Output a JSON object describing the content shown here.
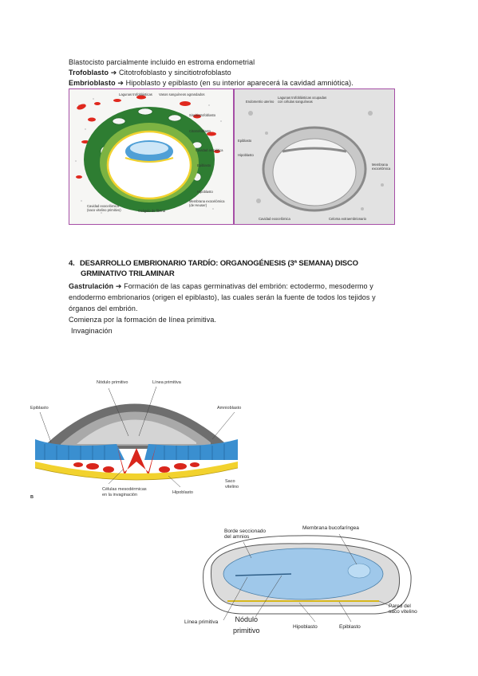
{
  "intro": {
    "line1": "Blastocisto parcialmente incluido en estroma endometrial",
    "line2_term": "Trofoblasto",
    "line2_text": "Citotrofoblasto y sincitiotrofoblasto",
    "line3_term": "Embrioblasto",
    "line3_text": "Hipoblasto y epiblasto (en su interior aparecerá  la cavidad amniótica).",
    "arrow": "➔"
  },
  "figure1": {
    "left_labels": {
      "lagunas": "Lagunas trofoblásticas",
      "vasos": "Vasos sanguíneos agrandados",
      "sincitio": "Sincitiotrofoblasto",
      "citotrofo": "Citotrofoblasto",
      "cav_amnio": "Cavidad amniótica",
      "epiblasto": "Epiblasto",
      "hipoblasto": "Hipoblasto",
      "membrana": "Membrana exocelómica",
      "membrana2": "(de Heuser)",
      "cav_exo": "Cavidad exocelómica",
      "cav_exo2": "(saco vitelino primitivo)",
      "coagulo": "Coágulo de fibrina"
    },
    "right_labels": {
      "endometrio": "Endometrio uterino",
      "lagunas": "Lagunas trofoblásticas ocupadas",
      "lagunas2": "con células sanguíneas",
      "epiblasto": "Epiblasto",
      "hipoblasto": "Hipoblasto",
      "membrana": "Membrana",
      "membrana2": "exocelómica",
      "cav_exo": "Cavidad exocelómica",
      "celoma": "Celoma extraembrionario"
    }
  },
  "section4": {
    "number": "4.",
    "title_line1": "DESARROLLO EMBRIONARIO TARDÍO: ORGANOGÉNESIS (3ª SEMANA) DISCO",
    "title_line2": "GRMINATIVO TRILAMINAR",
    "gastrulacion_term": "Gastrulación",
    "gastrulacion_text": "Formación de las capas germinativas del embrión: ectodermo, mesodermo y",
    "line2": "endodermo embrionarios (origen el epiblasto), las cuales serán la fuente de todos los tejidos y",
    "line3": "órganos del embrión.",
    "line4": "Comienza por la formación de línea primitiva.",
    "line5": "Invaginación"
  },
  "figure2": {
    "nodulo": "Nódulo primitivo",
    "linea": "Línea primitiva",
    "epiblasto": "Epiblasto",
    "amnioblasto": "Amnioblasto",
    "saco": "Saco",
    "saco2": "vitelino",
    "celulas": "Células mesodérmicas",
    "celulas2": "en la invaginación",
    "hipoblasto": "Hipoblasto",
    "panel": "B"
  },
  "figure3": {
    "borde": "Borde seccionado",
    "borde2": "del amnios",
    "membrana": "Membrana bucofaríngea",
    "linea": "Línea primitiva",
    "hipoblasto": "Hipoblasto",
    "epiblasto": "Epiblasto",
    "pared": "Pared del",
    "pared2": "saco vitelino",
    "nodulo_note1": "Nódulo",
    "nodulo_note2": "primitivo"
  }
}
